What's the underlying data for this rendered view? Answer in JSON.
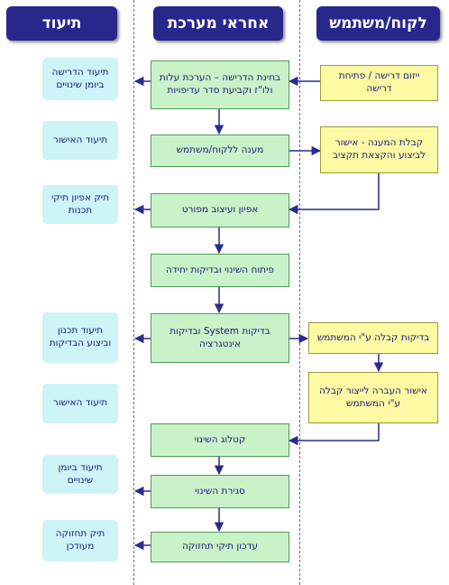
{
  "headers": {
    "documentation": "תיעוד",
    "system_owners": "אחראי מערכת",
    "customer_user": "לקוח/משתמש"
  },
  "process": {
    "review_request": "בחינת הדרישה – הערכת עלות ולו\"ז וקביעת סדר עדיפויות",
    "answer_customer": "מענה ללקוח/משתמש",
    "specification_design": "אפיון ועיצוב מפורט",
    "development_unit_tests": "פיתוח השינוי ובדיקות יחידה",
    "system_integration_tests": "בדיקות System ובדיקות אינטגרציה",
    "change_catalog": "קטלוג השינוי",
    "change_closure": "סגירת השינוי",
    "update_maintenance_file": "עדכון תיקי תחזוקה"
  },
  "customer": {
    "initiate_request": "ייזום דרישה / פתיחת דרישה",
    "receive_answer": "קבלת המענה - אישור לביצוע והקצאת תקציב",
    "acceptance_tests": "בדיקות קבלה ע\"י המשתמש",
    "production_approval": "אישור העברה לייצור קבלה ע\"י המשתמש"
  },
  "documentation": {
    "doc_request_log": "תיעוד הדרישה ביומן שינויים",
    "doc_approval_1": "תיעוד האישור",
    "spec_file": "תיק אפיון תיקי תכנות",
    "doc_test_plan": "תיעוד תכנון וביצוע הבדיקות",
    "doc_approval_2": "תיעוד האישור",
    "doc_change_log": "תיעוד ביומן שינויים",
    "updated_maintenance_file": "תיק תחזוקה מעודכן"
  }
}
